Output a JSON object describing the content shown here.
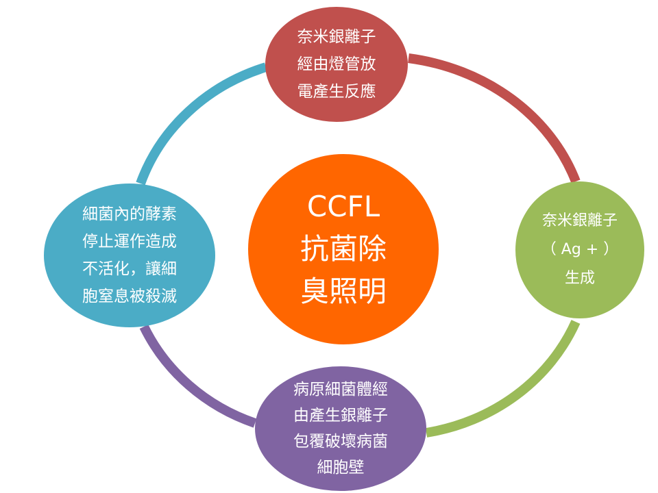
{
  "center": {
    "lines": [
      "CCFL",
      "抗菌除",
      "臭照明"
    ],
    "color": "#ff6600"
  },
  "nodes": {
    "top": {
      "lines": [
        "奈米銀離子",
        "經由燈管放",
        "電產生反應"
      ],
      "color": "#c0504d"
    },
    "right": {
      "lines": [
        "奈米銀離子",
        "（ Ag + ）",
        "生成"
      ],
      "color": "#9bbb59"
    },
    "bottom": {
      "lines": [
        "病原細菌體經",
        "由產生銀離子",
        "包覆破壞病菌",
        "細胞壁"
      ],
      "color": "#8064a2"
    },
    "left": {
      "lines": [
        "細菌內的酵素",
        "停止運作造成",
        "不活化，讓細",
        "胞窒息被殺滅"
      ],
      "color": "#4bacc6"
    }
  },
  "ring_colors": {
    "top_right": "#c0504d",
    "right_bottom": "#9bbb59",
    "bottom_left": "#8064a2",
    "left_top": "#4bacc6"
  }
}
